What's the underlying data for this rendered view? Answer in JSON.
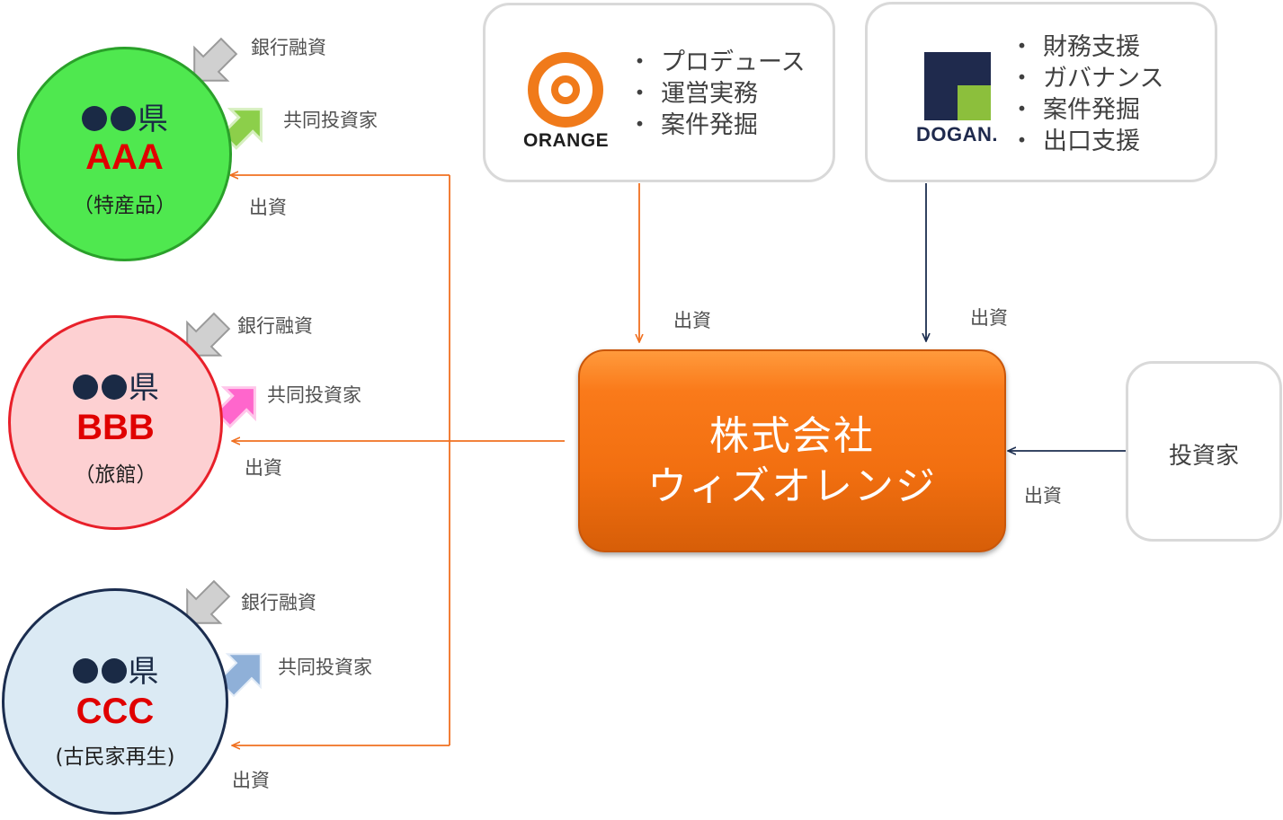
{
  "colors": {
    "orange_line": "#f07020",
    "navy_line": "#1b2d4f",
    "main_box": "#f26f10",
    "aaa_fill": "#4fe84f",
    "bbb_fill": "#fdd0d2",
    "ccc_fill": "#dbeaf4",
    "code_red": "#e00000"
  },
  "regions": [
    {
      "pref_suffix": "県",
      "code": "AAA",
      "sub": "（特産品）",
      "bank_label": "銀行融資",
      "co_label": "共同投資家",
      "invest_label": "出資",
      "co_arrow_color": "#8ccf4a"
    },
    {
      "pref_suffix": "県",
      "code": "BBB",
      "sub": "（旅館）",
      "bank_label": "銀行融資",
      "co_label": "共同投資家",
      "invest_label": "出資",
      "co_arrow_color": "#ff66cc"
    },
    {
      "pref_suffix": "県",
      "code": "CCC",
      "sub": "(古民家再生)",
      "bank_label": "銀行融資",
      "co_label": "共同投資家",
      "invest_label": "出資",
      "co_arrow_color": "#8fb0d8"
    }
  ],
  "orange": {
    "logo_text": "ORANGE",
    "roles": [
      "プロデュース",
      "運営実務",
      "案件発掘"
    ],
    "invest_label": "出資"
  },
  "dogan": {
    "logo_text": "DOGAN.",
    "roles": [
      "財務支援",
      "ガバナンス",
      "案件発掘",
      "出口支援"
    ],
    "invest_label": "出資"
  },
  "main": {
    "line1": "株式会社",
    "line2": "ウィズオレンジ"
  },
  "investor": {
    "label": "投資家",
    "invest_label": "出資"
  }
}
